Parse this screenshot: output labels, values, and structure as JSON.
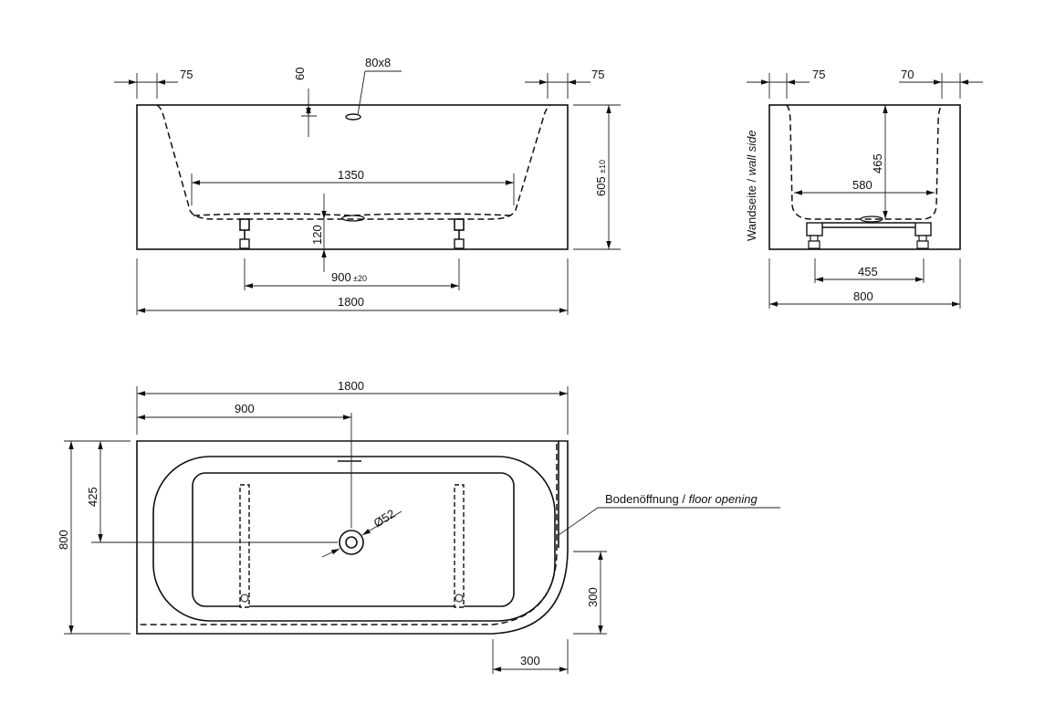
{
  "front_view": {
    "dim_left_rim": "75",
    "dim_right_rim": "75",
    "dim_overflow_height": "60",
    "dim_overflow_size": "80x8",
    "dim_inner_length": "1350",
    "dim_bottom_height": "120",
    "dim_feet_distance": "900",
    "dim_feet_tolerance": "±20",
    "dim_total_length": "1800",
    "dim_total_height": "605",
    "dim_height_tolerance": "±10"
  },
  "side_view": {
    "dim_left_rim": "75",
    "dim_right_rim": "70",
    "wall_label": "Wandseite / ",
    "wall_label_en": "wall side",
    "dim_inner_depth": "465",
    "dim_inner_width": "580",
    "dim_feet_distance": "455",
    "dim_total_width": "800"
  },
  "top_view": {
    "dim_total_length": "1800",
    "dim_drain_x": "900",
    "dim_drain_y": "425",
    "dim_total_width": "800",
    "dim_drain_diameter": "Ø52",
    "dim_corner_radius_y": "300",
    "dim_corner_radius_x": "300",
    "floor_label": "Bodenöffnung / ",
    "floor_label_en": "floor opening"
  }
}
